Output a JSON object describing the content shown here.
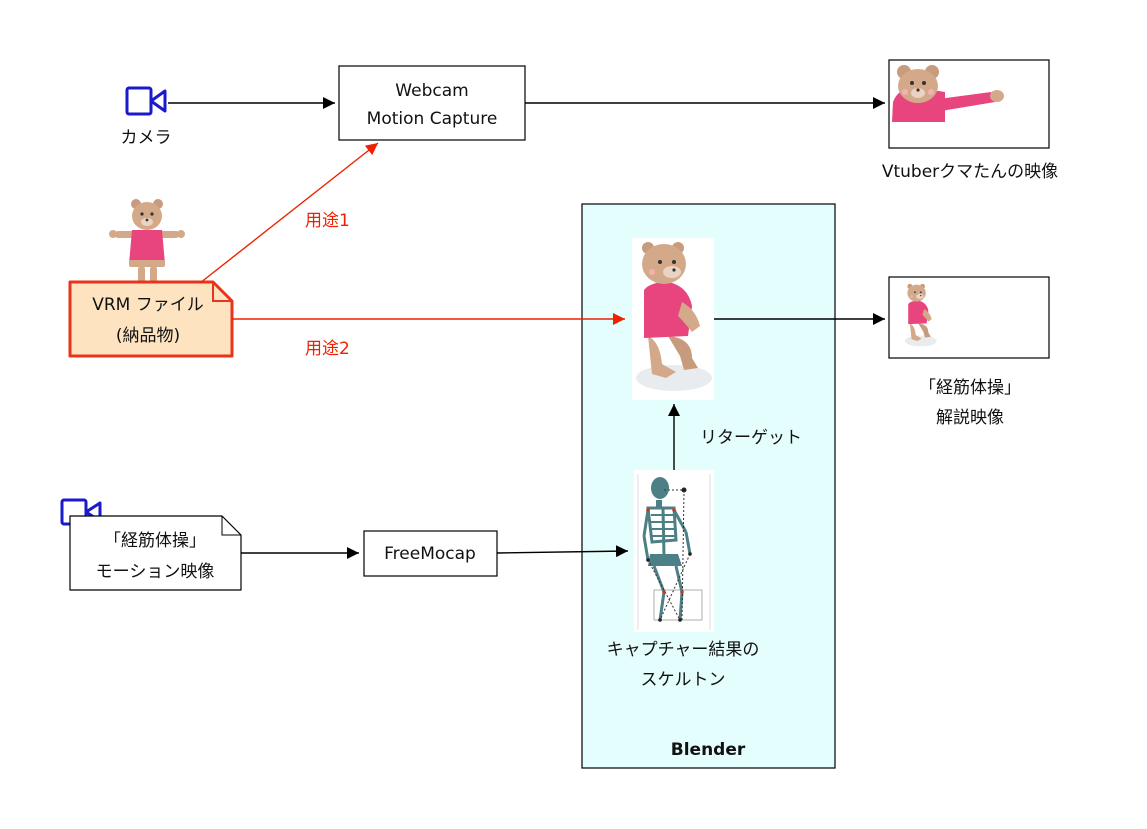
{
  "camera_label": "カメラ",
  "webcam_box": {
    "line1": "Webcam",
    "line2": "Motion Capture"
  },
  "vtuber_output_label": "Vtuberクマたんの映像",
  "vrm_file": {
    "line1": "VRM ファイル",
    "line2": "(納品物)"
  },
  "usage1_label": "用途1",
  "usage2_label": "用途2",
  "blender_label": "Blender",
  "retarget_label": "リターゲット",
  "skeleton_caption": {
    "line1": "キャプチャー結果の",
    "line2": "スケルトン"
  },
  "explanation_output": {
    "line1": "「経筋体操」",
    "line2": "解説映像"
  },
  "motion_video": {
    "line1": "「経筋体操」",
    "line2": "モーション映像"
  },
  "freemocap_label": "FreeMocap",
  "colors": {
    "camera_icon": "#1a1acc",
    "usage_arrow": "#ee2200",
    "vrm_fill": "#fde3c0",
    "vrm_border": "#e8341a",
    "blender_fill": "#e4fdfd",
    "bear_shirt": "#e8457f",
    "bear_fur": "#d4a98a"
  },
  "icons": [
    "camera-icon",
    "bear-icon",
    "skeleton-icon"
  ]
}
